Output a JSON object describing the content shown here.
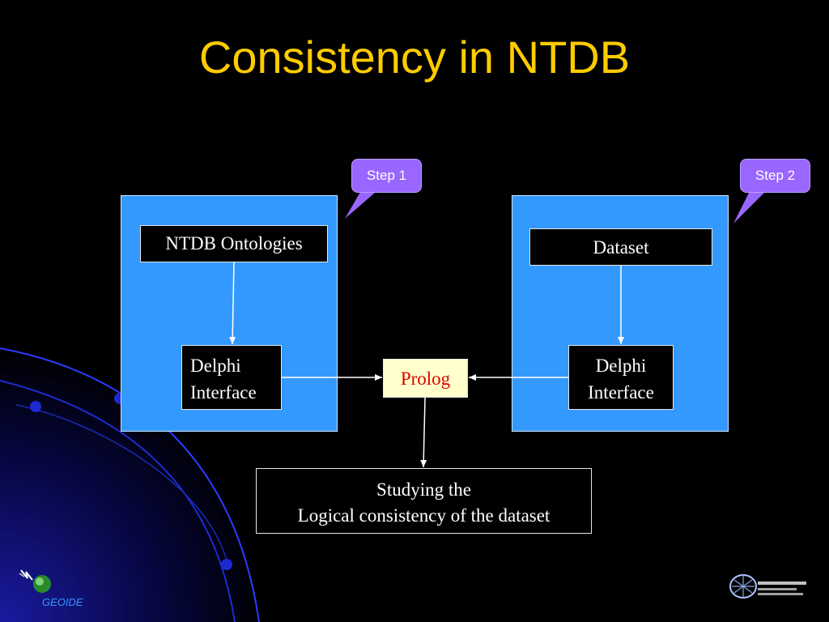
{
  "slide": {
    "title": "Consistency in NTDB"
  },
  "callouts": {
    "step1": "Step 1",
    "step2": "Step 2"
  },
  "left_panel": {
    "ontologies": "NTDB Ontologies",
    "interface_line1": "Delphi",
    "interface_line2": "Interface"
  },
  "right_panel": {
    "dataset": "Dataset",
    "interface_line1": "Delphi",
    "interface_line2": "Interface"
  },
  "prolog": "Prolog",
  "result": {
    "line1": "Studying the",
    "line2": "Logical consistency of the dataset"
  },
  "logos": {
    "left_text": "GEOIDE"
  },
  "colors": {
    "title": "#ffcc00",
    "panel": "#3399ff",
    "callout": "#9966ff",
    "prolog_bg": "#ffffcc",
    "prolog_text": "#e00000"
  }
}
